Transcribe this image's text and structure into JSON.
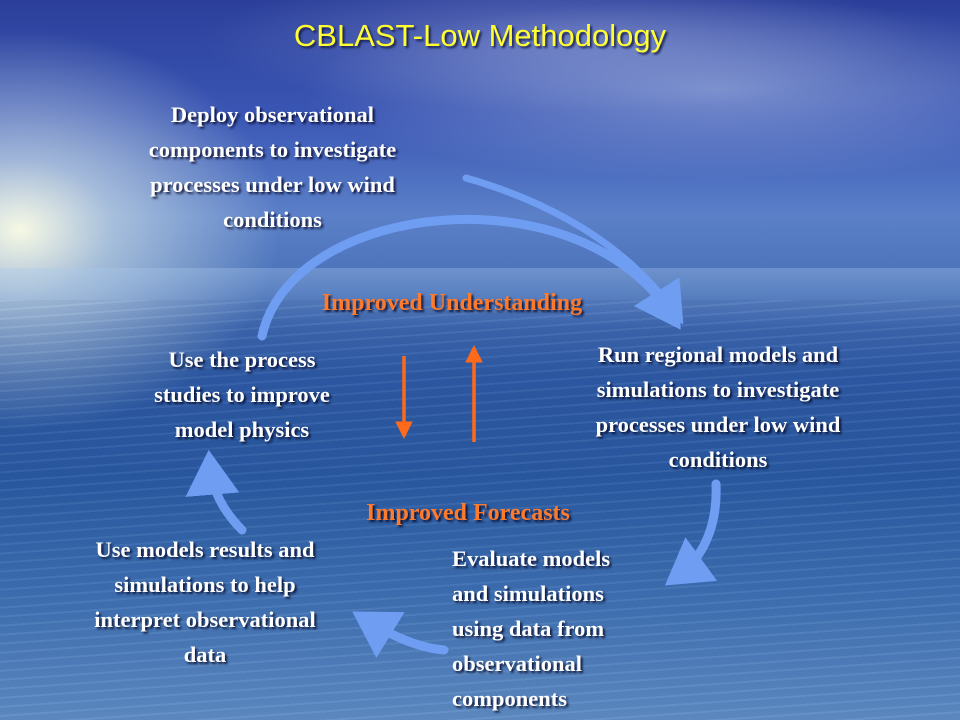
{
  "title": "CBLAST-Low Methodology",
  "nodes": {
    "deploy": "Deploy observational\ncomponents to investigate\nprocesses under low wind\nconditions",
    "run_models": "Run regional models and\nsimulations to investigate\nprocesses under low wind\nconditions",
    "evaluate": "Evaluate models\nand simulations\nusing data from\nobservational\ncomponents",
    "interpret": "Use models results and\nsimulations to help\ninterpret observational\ndata",
    "improve_physics": "Use the process\nstudies to improve\nmodel physics"
  },
  "labels": {
    "understanding": "Improved Understanding",
    "forecasts": "Improved Forecasts"
  },
  "colors": {
    "title": "#ffff33",
    "text": "#ffffff",
    "label": "#ff7a2a",
    "cycle_arrow": "#6f9df2",
    "center_arrow": "#ff6a1a"
  },
  "icons": {
    "cycle": "curved-arrow-icon",
    "center": "straight-arrow-icon"
  }
}
